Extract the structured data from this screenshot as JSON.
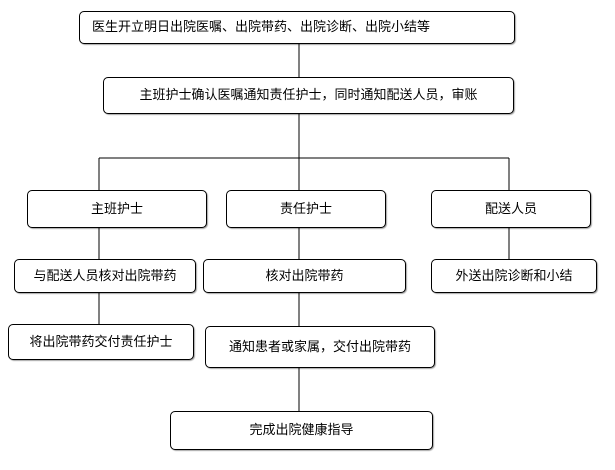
{
  "flowchart": {
    "step1": "医生开立明日出院医嘱、出院带药、出院诊断、出院小结等",
    "step2": "主班护士确认医嘱通知责任护士，同时通知配送人员，审账",
    "roles": {
      "main_nurse": "主班护士",
      "resp_nurse": "责任护士",
      "delivery": "配送人员"
    },
    "main_nurse_steps": [
      "与配送人员核对出院带药",
      "将出院带药交付责任护士"
    ],
    "resp_nurse_steps": [
      "核对出院带药",
      "通知患者或家属，交付出院带药"
    ],
    "delivery_steps": [
      "外送出院诊断和小结"
    ],
    "final": "完成出院健康指导"
  },
  "colors": {
    "line": "#000000",
    "box_border": "#000000",
    "box_fill": "#ffffff",
    "text": "#000000"
  }
}
